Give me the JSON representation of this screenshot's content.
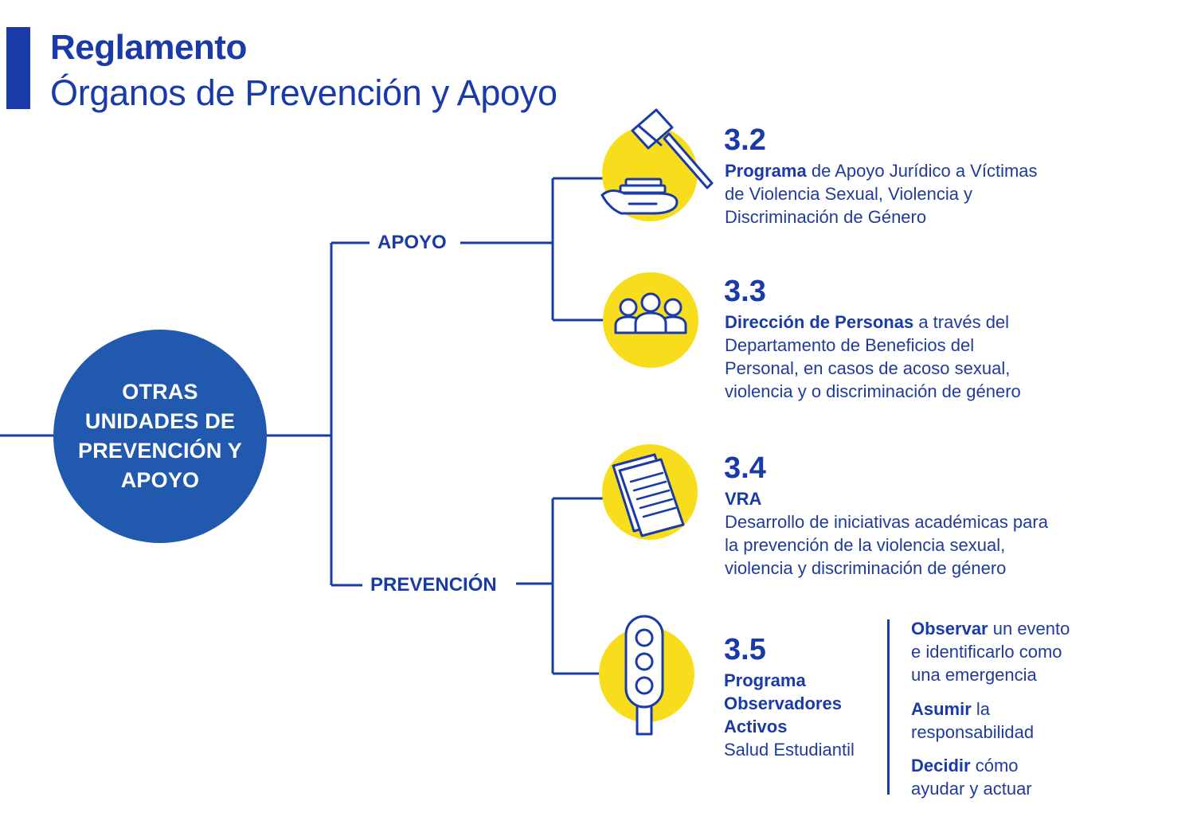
{
  "header": {
    "title": "Reglamento",
    "subtitle": "Órganos de Prevención y Apoyo"
  },
  "root": {
    "lines": [
      "OTRAS",
      "UNIDADES DE",
      "PREVENCIÓN Y",
      "APOYO"
    ]
  },
  "branches": {
    "apoyo": "APOYO",
    "prevencion": "PREVENCIÓN"
  },
  "items": [
    {
      "number": "3.2",
      "icon": "gavel-hand-icon",
      "lead": "Programa",
      "line1_rest": " de Apoyo Jurídico a Víctimas",
      "line2": "de Violencia Sexual, Violencia y",
      "line3": "Discriminación de Género"
    },
    {
      "number": "3.3",
      "icon": "people-group-icon",
      "lead": "Dirección de Personas",
      "line1_rest": " a través del",
      "line2": "Departamento de Beneficios del",
      "line3": "Personal, en casos de acoso sexual,",
      "line4": "violencia y o discriminación de género"
    },
    {
      "number": "3.4",
      "icon": "document-icon",
      "lead": "VRA",
      "line2": "Desarrollo de iniciativas académicas para",
      "line3": "la prevención de la violencia sexual,",
      "line4": "violencia y discriminación de género"
    },
    {
      "number": "3.5",
      "icon": "traffic-light-icon",
      "lead1": "Programa",
      "lead2": "Observadores",
      "lead3": "Activos",
      "sub": "Salud Estudiantil"
    }
  ],
  "steps": [
    {
      "bold": "Observar",
      "rest": " un evento",
      "line2": "e identificarlo como",
      "line3": "una emergencia"
    },
    {
      "bold": "Asumir",
      "rest": " la",
      "line2": "responsabilidad"
    },
    {
      "bold": "Decidir",
      "rest": " cómo",
      "line2": "ayudar y actuar"
    }
  ],
  "colors": {
    "navy": "#1a3aa8",
    "circle_blue": "#2059ad",
    "yellow": "#f8dd1c"
  }
}
